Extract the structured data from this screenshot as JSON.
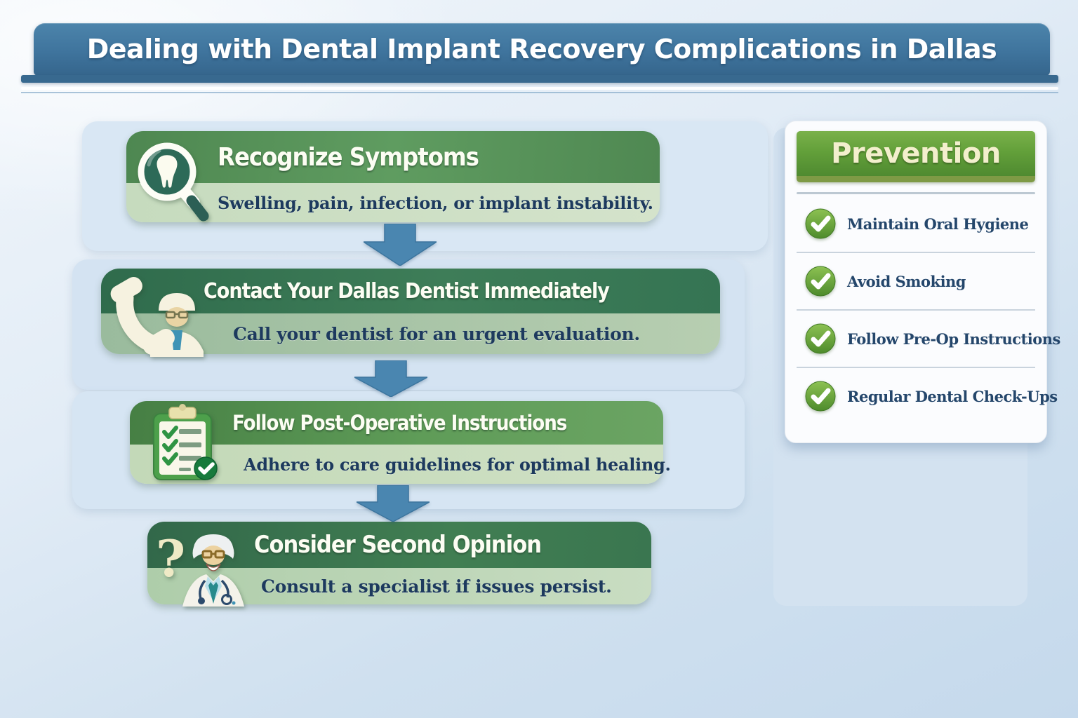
{
  "header": {
    "title": "Dealing with Dental Implant Recovery Complications in Dallas"
  },
  "steps": [
    {
      "title": "Recognize Symptoms",
      "subtitle": "Swelling, pain, infection, or implant instability.",
      "icon": "magnifier-tooth-icon"
    },
    {
      "title": "Contact Your Dallas Dentist Immediately",
      "subtitle": "Call your dentist for an urgent evaluation.",
      "icon": "phone-dentist-icon"
    },
    {
      "title": "Follow Post-Operative Instructions",
      "subtitle": "Adhere to care guidelines for optimal healing.",
      "icon": "clipboard-checklist-icon"
    },
    {
      "title": "Consider Second Opinion",
      "subtitle": "Consult a specialist if issues persist.",
      "icon": "doctor-question-icon"
    }
  ],
  "sidebar": {
    "title": "Prevention",
    "items": [
      {
        "label": "Maintain Oral Hygiene",
        "icon": "check-icon"
      },
      {
        "label": "Avoid Smoking",
        "icon": "check-icon"
      },
      {
        "label": "Follow Pre-Op Instructions",
        "icon": "check-icon"
      },
      {
        "label": "Regular Dental Check-Ups",
        "icon": "check-icon"
      }
    ]
  },
  "colors": {
    "banner_blue": "#3f749d",
    "arrow_blue": "#4a86b0",
    "step_green_dark": "#3e7d58",
    "step_green_light": "#c6dbbe",
    "prevention_green": "#63a03a",
    "check_green": "#5a9632",
    "text_navy": "#1d3a5e",
    "background_blue": "#cfe0ef"
  }
}
